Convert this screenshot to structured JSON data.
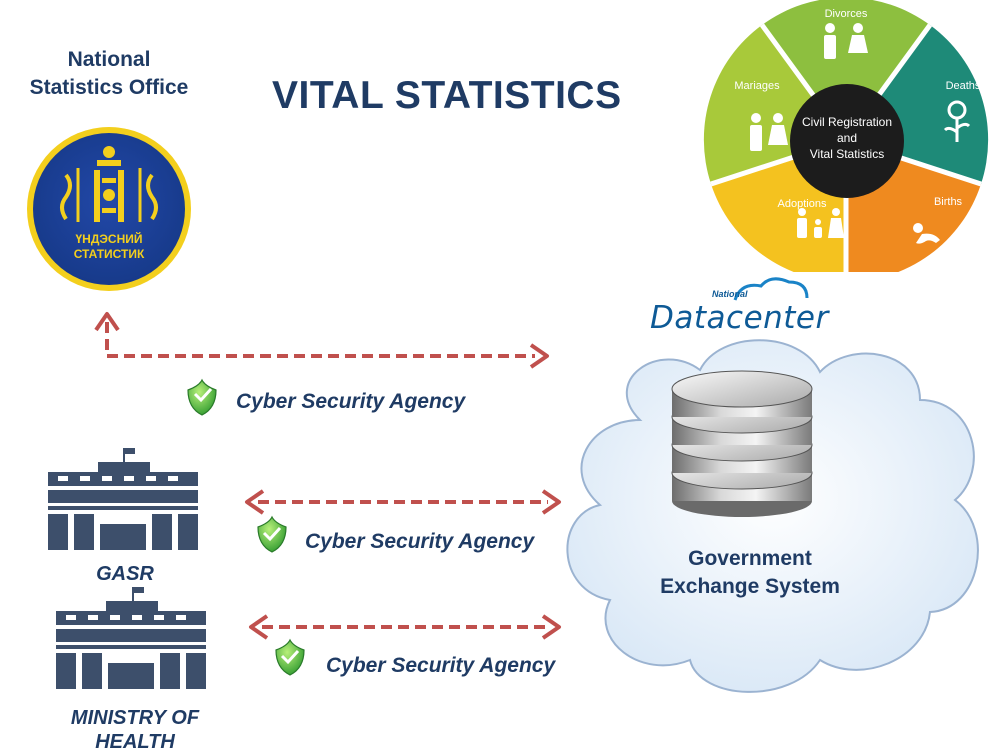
{
  "header": {
    "org_name": "National\nStatistics Office",
    "title": "VITAL STATISTICS"
  },
  "nso_logo": {
    "text_line1": "ҮНДЭСНИЙ",
    "text_line2": "СТАТИСТИК"
  },
  "crvs_wheel": {
    "center_line1": "Civil Registration",
    "center_line2": "and",
    "center_line3": "Vital Statistics",
    "segments": [
      {
        "label": "Divorces",
        "color": "#8dbf3f"
      },
      {
        "label": "Deaths",
        "color": "#1e8a78"
      },
      {
        "label": "Births",
        "color": "#ef8a1f"
      },
      {
        "label": "Adoptions",
        "color": "#f4c21f"
      },
      {
        "label": "Mariages",
        "color": "#a8c93a"
      }
    ]
  },
  "datacenter_logo": {
    "small": "National",
    "main": "Datacenter"
  },
  "agencies": [
    {
      "label": "Cyber Security Agency"
    },
    {
      "label": "Cyber Security Agency"
    },
    {
      "label": "Cyber Security Agency"
    }
  ],
  "buildings": [
    {
      "label": "GASR"
    },
    {
      "label": "MINISTRY OF HEALTH"
    }
  ],
  "exchange": {
    "label": "Government\nExchange System"
  },
  "colors": {
    "title": "#1f3b64",
    "arrow": "#c0504d",
    "building": "#3d4f6b",
    "cloud_fill": "#e6f0fa",
    "cloud_stroke": "#9bb3d1"
  }
}
